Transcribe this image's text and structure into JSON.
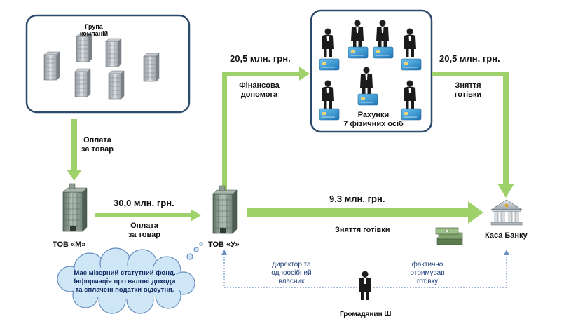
{
  "nodes": {
    "group": {
      "title": "Група\nкомпаній"
    },
    "tov_m": {
      "label": "ТОВ «М»"
    },
    "tov_u": {
      "label": "ТОВ «У»"
    },
    "individuals": {
      "label": "Рахунки\n7 фізичних осіб"
    },
    "bank": {
      "label": "Каса Банку"
    },
    "citizen": {
      "label": "Громадянин Ш"
    }
  },
  "flows": {
    "group_to_m": {
      "label": "Оплата\nза товар"
    },
    "m_to_u": {
      "amount": "30,0 млн. грн.",
      "label": "Оплата\nза товар"
    },
    "u_to_individuals": {
      "amount": "20,5 млн. грн.",
      "label": "Фінансова\nдопомога"
    },
    "individuals_to_bank": {
      "amount": "20,5 млн. грн.",
      "label": "Зняття\nготівки"
    },
    "u_to_bank": {
      "amount": "9,3 млн. грн.",
      "label": "Зняття готівки"
    }
  },
  "relations": {
    "citizen_to_u": "директор та\nодноосібний\nвласник",
    "citizen_to_bank": "фактично\nотримував\nготівку"
  },
  "note": "Має  мізерний статутний фонд.\nІнформація про  валові доходи\nта сплачені податки відсутня.",
  "colors": {
    "arrow": "#9fd16a",
    "box_border": "#2c4a6b",
    "dotted": "#6d8fc4",
    "cloud_fill": "#cfe6f7",
    "cloud_stroke": "#6a8fc0",
    "card": "#3c9bd6"
  },
  "icons": [
    "building-icon",
    "office-tower-icon",
    "person-icon",
    "card-icon",
    "bank-icon",
    "money-icon"
  ]
}
